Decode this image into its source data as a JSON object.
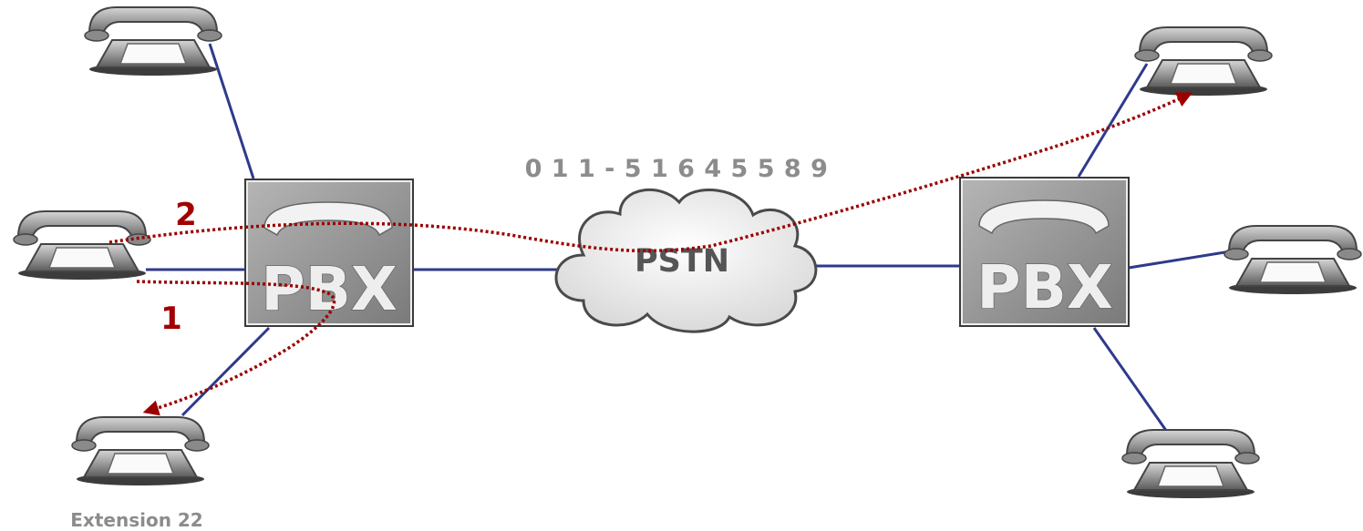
{
  "dialed_number": "0 1 1 - 5 1 6 4 5 5 8 9",
  "network": {
    "label": "PSTN"
  },
  "pbx": {
    "left_label": "PBX",
    "right_label": "PBX"
  },
  "routes": {
    "step_1": "1",
    "step_2": "2"
  },
  "extension_label": "Extension 22",
  "colors": {
    "link": "#2e3a8c",
    "route": "#9b0000",
    "phone": "#9a9a9a",
    "dial_text": "#8c8c8c"
  },
  "icons": {
    "phone": "telephone-icon",
    "pbx": "pbx-switch-icon",
    "cloud": "cloud-icon"
  }
}
